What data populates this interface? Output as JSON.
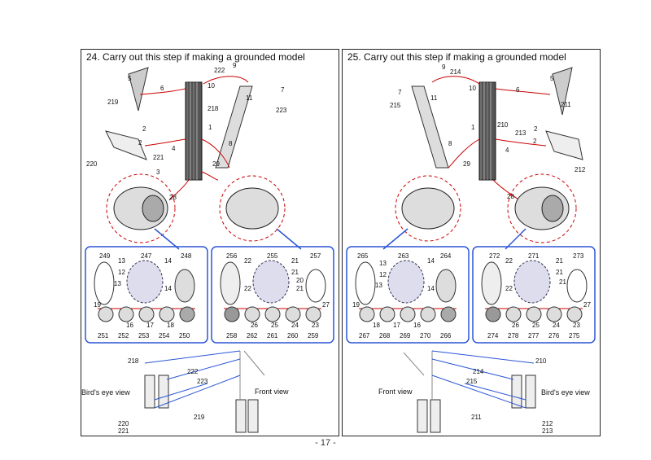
{
  "page": {
    "number": "- 17 -"
  },
  "steps": [
    {
      "title": "24. Carry out this step if making a grounded model",
      "view_labels": {
        "birds_eye": "Bird's eye view",
        "front": "Front view"
      },
      "assembly_numbers": [
        "5",
        "6",
        "219",
        "222",
        "9",
        "10",
        "7",
        "11",
        "223",
        "218",
        "1",
        "2",
        "2",
        "4",
        "221",
        "220",
        "3",
        "8",
        "29",
        "28"
      ],
      "boxA": {
        "top": [
          "249",
          "247",
          "248"
        ],
        "side": [
          "13",
          "12",
          "13",
          "14",
          "14"
        ],
        "bottom_row": [
          "19",
          "16",
          "17",
          "18"
        ],
        "bottom_labels": [
          "251",
          "252",
          "253",
          "254",
          "250"
        ]
      },
      "boxB": {
        "top": [
          "256",
          "255",
          "257"
        ],
        "side": [
          "22",
          "21",
          "22",
          "21",
          "20",
          "21"
        ],
        "bottom_row": [
          "27",
          "26",
          "25",
          "24",
          "23"
        ],
        "bottom_labels": [
          "258",
          "262",
          "261",
          "260",
          "259"
        ]
      },
      "bottom_numbers": [
        "218",
        "222",
        "223",
        "219",
        "220",
        "221"
      ]
    },
    {
      "title": "25. Carry out this step if making a grounded model",
      "view_labels": {
        "birds_eye": "Bird's eye view",
        "front": "Front view"
      },
      "assembly_numbers": [
        "9",
        "214",
        "7",
        "215",
        "11",
        "10",
        "6",
        "5",
        "211",
        "210",
        "1",
        "213",
        "2",
        "2",
        "4",
        "8",
        "212",
        "29",
        "28"
      ],
      "boxA": {
        "top": [
          "265",
          "263",
          "264"
        ],
        "side": [
          "13",
          "12",
          "13",
          "14",
          "14"
        ],
        "bottom_row": [
          "19",
          "18",
          "17",
          "16"
        ],
        "bottom_labels": [
          "267",
          "268",
          "269",
          "270",
          "266"
        ]
      },
      "boxB": {
        "top": [
          "272",
          "271",
          "273"
        ],
        "side": [
          "22",
          "21",
          "22",
          "21",
          "21"
        ],
        "bottom_row": [
          "26",
          "25",
          "24",
          "23",
          "27"
        ],
        "bottom_labels": [
          "274",
          "278",
          "277",
          "276",
          "275"
        ]
      },
      "bottom_numbers": [
        "210",
        "214",
        "215",
        "211",
        "212",
        "213"
      ]
    }
  ]
}
